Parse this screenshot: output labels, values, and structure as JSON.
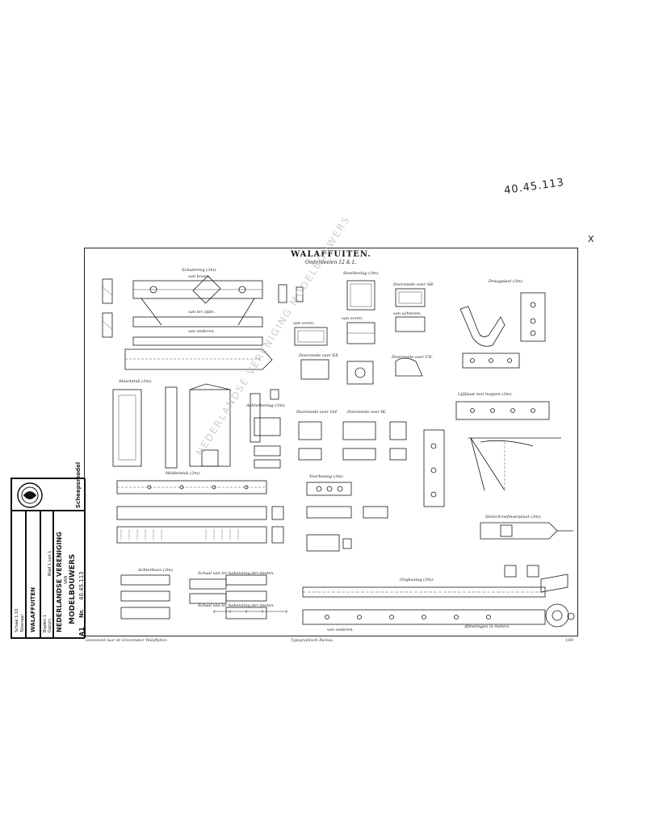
{
  "archive_number": "40.45.113",
  "sheet_mark": "X",
  "drawing": {
    "title": "WALAFFUITEN.",
    "subtitle": "Onderdeelen 12 & L.",
    "labels": {
      "schamel": "Schamreeg (3m).",
      "stoel": "Stoelbeslag (3m).",
      "draagplaat": "Draagplaat (3m).",
      "van_boven": "van boven.",
      "van_ter_zijde": "van ter zijde.",
      "van_achteren": "van achteren.",
      "van_voren": "van voren.",
      "van_onderen": "van onderen.",
      "doorsnede_ab": "Doorsnede over AB.",
      "doorsnede_cd": "Doorsnede over CD.",
      "doorsnede_ef": "Doorsnede over EF.",
      "doorsnede_gh": "Doorsnede over GH.",
      "doorsnede_ik": "Doorsnede over IK.",
      "staartstuk": "Staartstuk (3m).",
      "achterbeslag": "Achterbeslag (3m).",
      "lijfplaat": "Lijfplaat met hoppen (3m).",
      "middelstuk": "Middelstuk (3m).",
      "voorbeslag": "Voorbeslag (3m).",
      "stelplaat": "Stelschroefmoerplaat (3m).",
      "ongkaulag": "Ongkaulag (3m).",
      "achterbeen": "Achterbeen (3m).",
      "schaal_1": "Schaal van ter bekenning der deelen.",
      "schaal_2": "Schaal van ter bekenning der deelen.",
      "afmetingen": "Afmetingen in meters."
    },
    "footer": {
      "left": "Geteekend naar de Gravemaker Walaffuiten.",
      "center": "Typographisch Bureau.",
      "right": "1/60"
    },
    "watermark": "NEDERLANDSE VERENIGING MODELBOUWERS"
  },
  "title_block": {
    "header": "Scheepsmodel",
    "object": "WALAFFUITEN",
    "fields": [
      "Schaal 1:10",
      "Tekenaar",
      "Bladen 1",
      "Datum",
      "Blad 1 van 1"
    ],
    "organisation_line1": "NEDERLANDSE VERENIGING",
    "organisation_line2": "VAN",
    "organisation_line3": "MODELBOUWERS",
    "format": "A1",
    "number_label": "Nr.",
    "number": "40.45.113"
  }
}
